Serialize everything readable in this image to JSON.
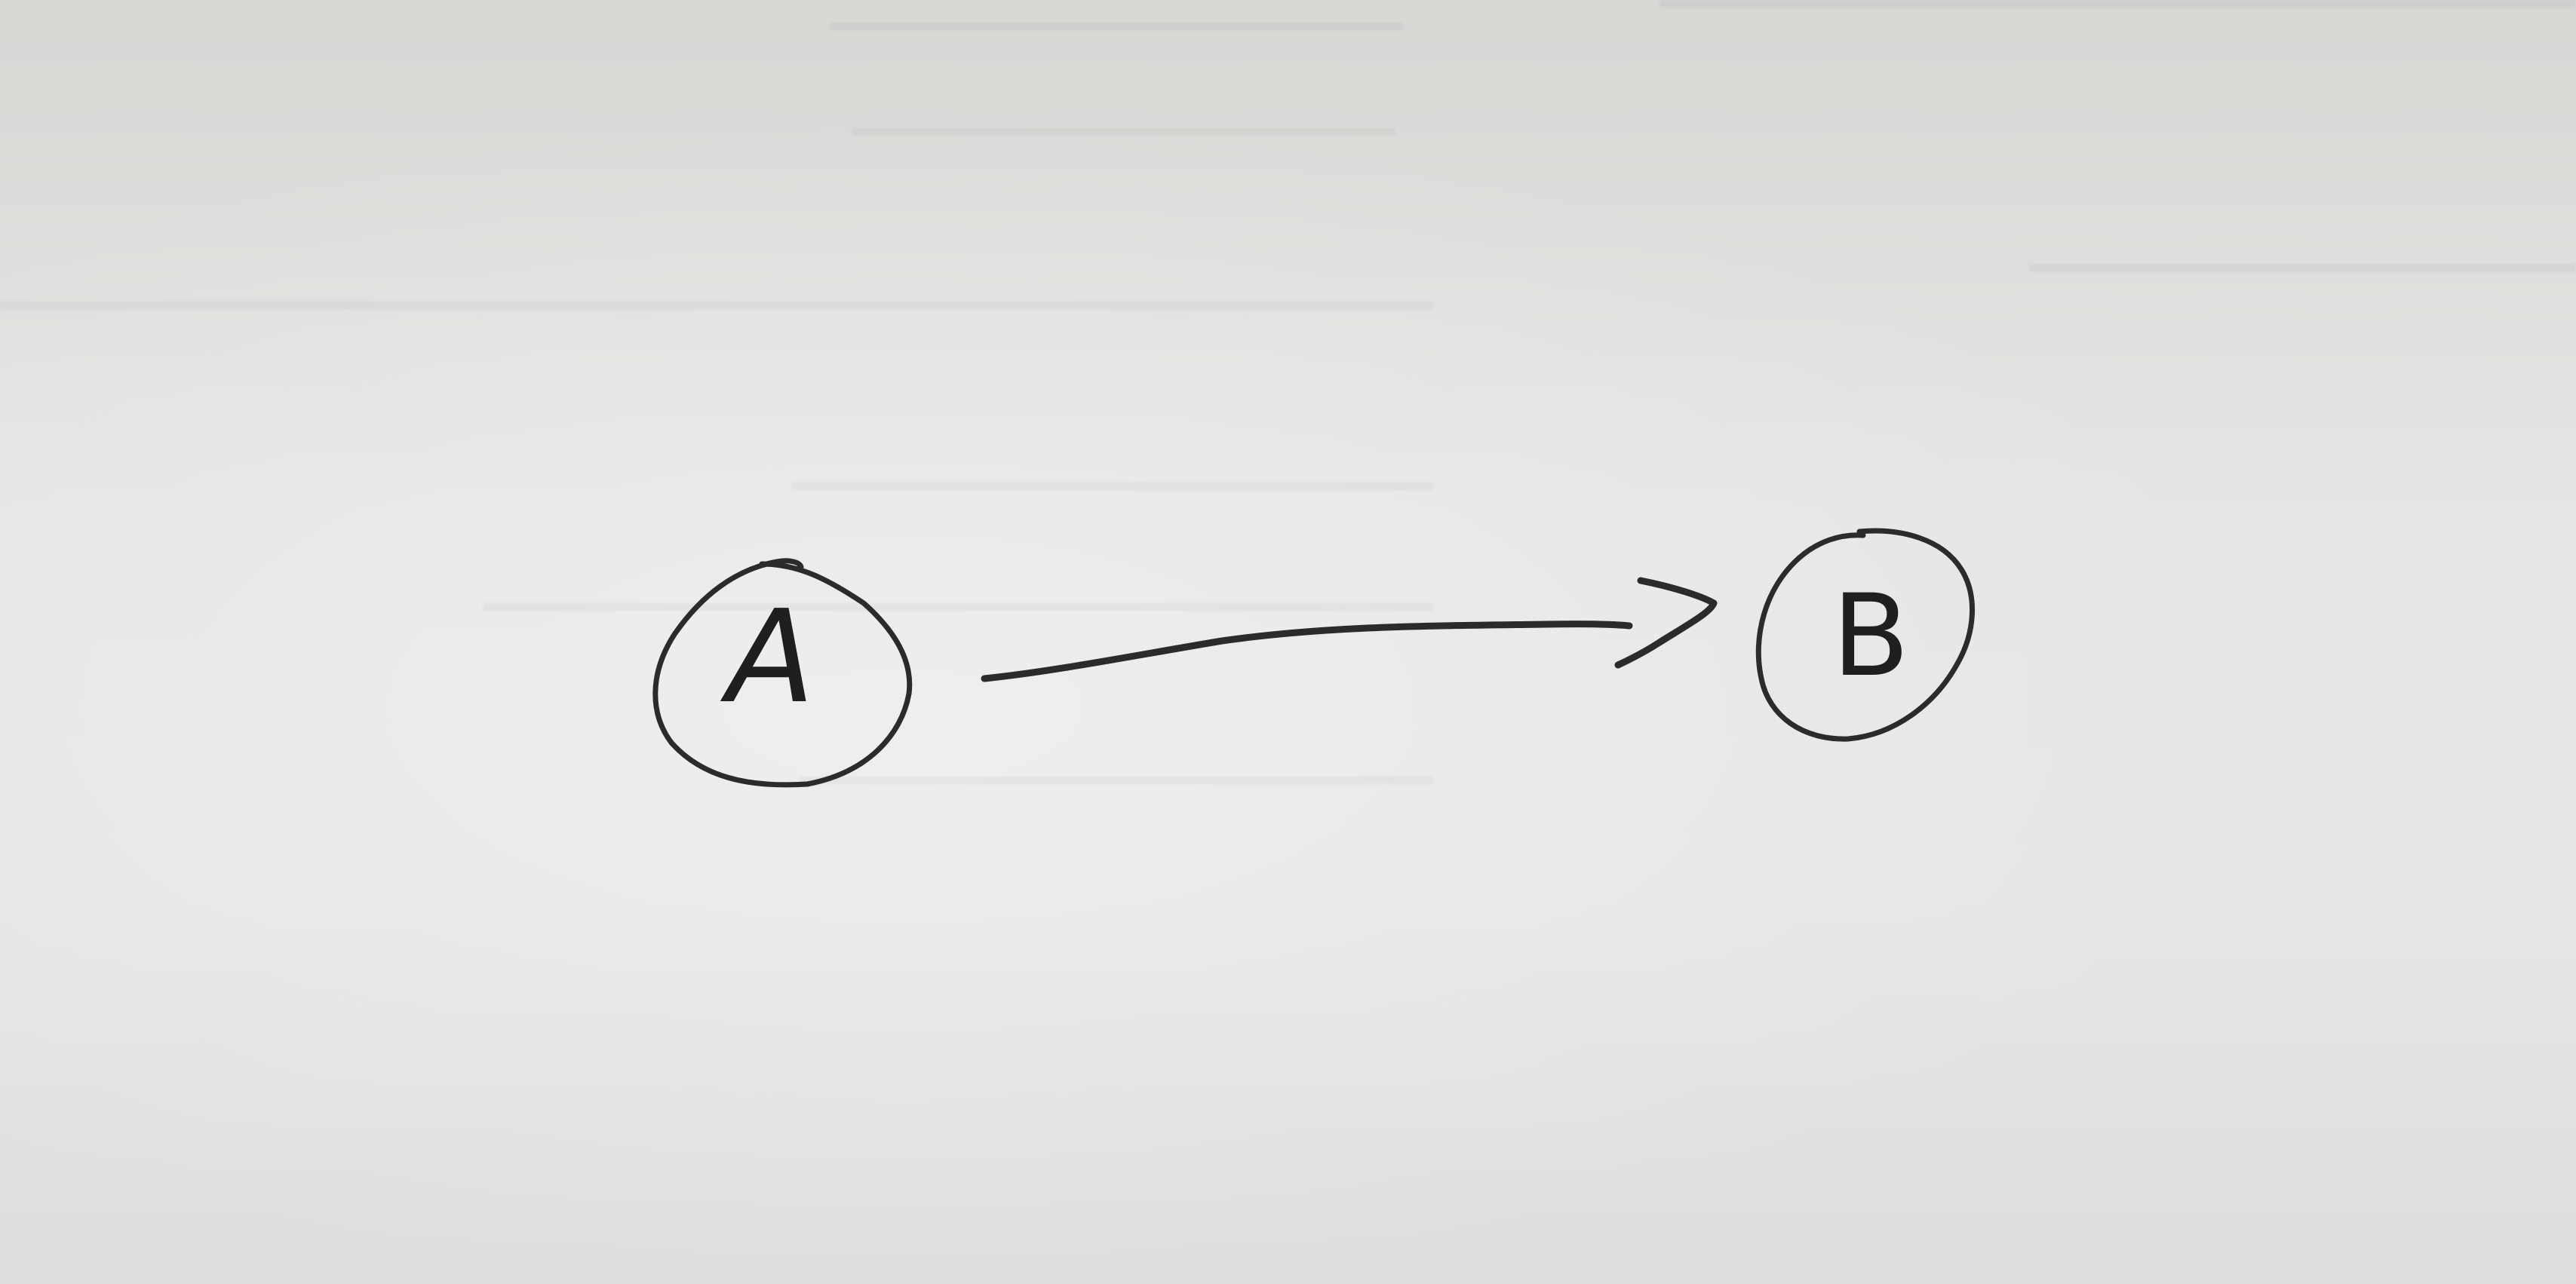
{
  "diagram": {
    "nodes": [
      {
        "id": "node-a",
        "label": "A"
      },
      {
        "id": "node-b",
        "label": "B"
      }
    ],
    "edges": [
      {
        "from": "A",
        "to": "B",
        "directed": true
      }
    ],
    "ink_color": "#2b2b2b",
    "paper_color": "#e4e3e1"
  }
}
